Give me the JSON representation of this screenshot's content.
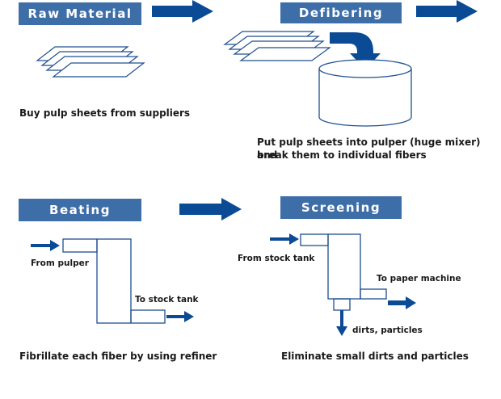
{
  "steps": [
    {
      "title": "Raw Material",
      "description": "Buy pulp sheets from suppliers"
    },
    {
      "title": "Defibering",
      "description_line1": "Put pulp sheets into pulper (huge mixer) and",
      "description_line2": "break them to individual fibers"
    },
    {
      "title": "Beating",
      "description": "Fibrillate each fiber by using refiner"
    },
    {
      "title": "Screening",
      "description": "Eliminate small dirts and particles"
    }
  ],
  "beating_labels": {
    "input": "From pulper",
    "output": "To stock tank"
  },
  "screening_labels": {
    "input": "From stock tank",
    "output": "To paper machine",
    "reject": "dirts, particles"
  },
  "colors": {
    "accent": "#3d6ea8",
    "arrow": "#0b4a94",
    "stroke": "#1f4f8f"
  }
}
